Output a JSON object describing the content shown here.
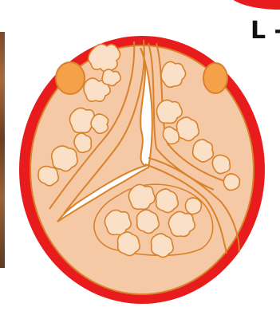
{
  "label": {
    "text": "L -"
  },
  "colors": {
    "outer_ring": "#e81c1c",
    "tissue": "#f6c9a6",
    "outline": "#d9822b",
    "lumen": "#ffffff",
    "vessel_fill": "#f4a14a",
    "photo_strip": "#7a4a2a"
  },
  "icons": {
    "outer_membrane": "red-ring",
    "vessels": "orange-circle",
    "glands": "wavy-cluster",
    "lumen": "y-shaped-lumen"
  }
}
